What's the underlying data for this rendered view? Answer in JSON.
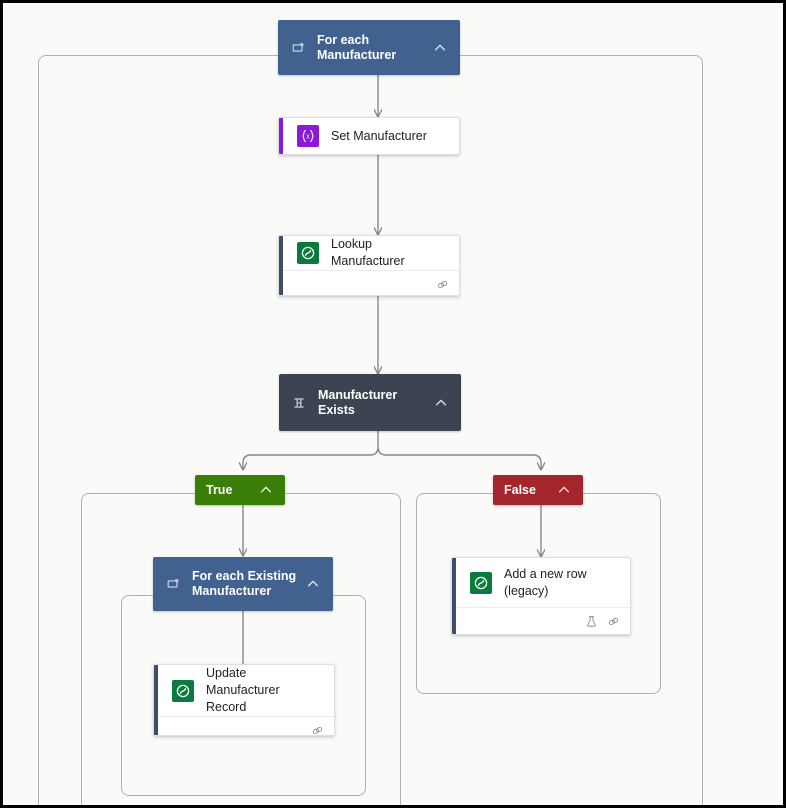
{
  "app": {
    "title": "Flow designer canvas",
    "canvas_background": "#fafaf9",
    "frame_color": "#000000"
  },
  "colors": {
    "loop_header": "#41618f",
    "condition_header": "#3b4450",
    "true_branch": "#3a7d07",
    "false_branch": "#a4262c",
    "dataverse_green": "#0b7a3e",
    "variable_purple": "#8a19d9",
    "card_accent_navy": "#3b4f6b",
    "connector_line": "#8a8886",
    "scope_border": "#b3b0ad"
  },
  "nodes": {
    "for_each_manufacturer": {
      "label": "For each\nManufacturer",
      "icon": "loop-icon",
      "chevron": "chevron-up-icon",
      "type": "loop"
    },
    "set_manufacturer": {
      "label": "Set Manufacturer",
      "icon": "variable-braces-icon",
      "type": "action",
      "accent": "#8a19d9"
    },
    "lookup_manufacturer": {
      "label": "Lookup Manufacturer",
      "icon": "dataverse-icon",
      "type": "action",
      "accent": "#3b4f6b",
      "footer_icons": [
        "link-icon"
      ]
    },
    "manufacturer_exists": {
      "label": "Manufacturer\nExists",
      "icon": "condition-icon",
      "chevron": "chevron-up-icon",
      "type": "condition"
    },
    "true_branch": {
      "label": "True",
      "chevron": "chevron-up-icon"
    },
    "false_branch": {
      "label": "False",
      "chevron": "chevron-up-icon"
    },
    "for_each_existing_manufacturer": {
      "label": "For each Existing\nManufacturer",
      "icon": "loop-icon",
      "chevron": "chevron-up-icon",
      "type": "loop"
    },
    "update_manufacturer_record": {
      "label": "Update Manufacturer\nRecord",
      "icon": "dataverse-icon",
      "type": "action",
      "accent": "#3b4f6b",
      "footer_icons": [
        "link-icon"
      ]
    },
    "add_a_new_row_legacy": {
      "label": "Add a new row\n(legacy)",
      "icon": "dataverse-icon",
      "type": "action",
      "accent": "#3b4f6b",
      "footer_icons": [
        "flask-icon",
        "link-icon"
      ]
    }
  },
  "scopes": {
    "root_scope": {
      "name": "for-each-manufacturer-scope"
    },
    "true_scope": {
      "name": "true-branch-scope"
    },
    "false_scope": {
      "name": "false-branch-scope"
    },
    "inner_loop_scope": {
      "name": "for-each-existing-manufacturer-scope"
    }
  }
}
